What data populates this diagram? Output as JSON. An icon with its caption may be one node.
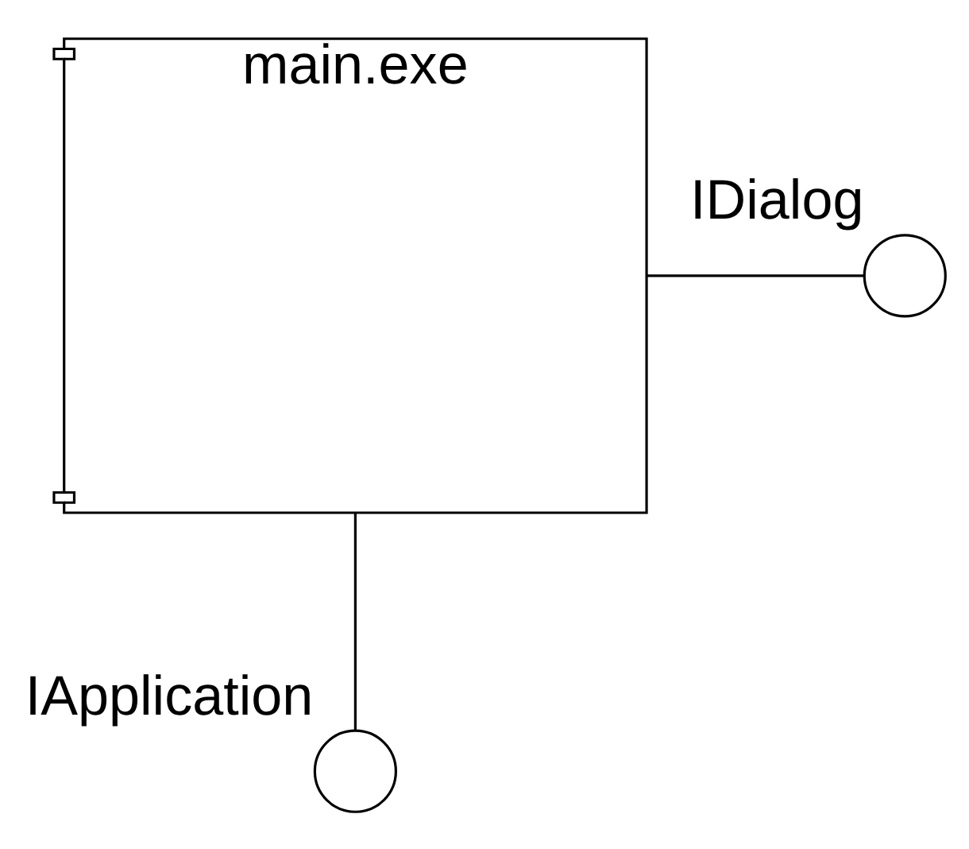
{
  "diagram": {
    "nodes": [
      {
        "text": [
          "main.exe"
        ]
      },
      {
        "text": [],
        "shape": "circle",
        "beside": [
          "IDialog"
        ]
      },
      {
        "text": [],
        "shape": "circle",
        "beside": [
          "IApplication"
        ]
      }
    ],
    "edges": [
      {
        "from": 0,
        "to": 1,
        "arrow": "none"
      },
      {
        "from": 0,
        "to": 2,
        "arrow": "none"
      }
    ]
  }
}
